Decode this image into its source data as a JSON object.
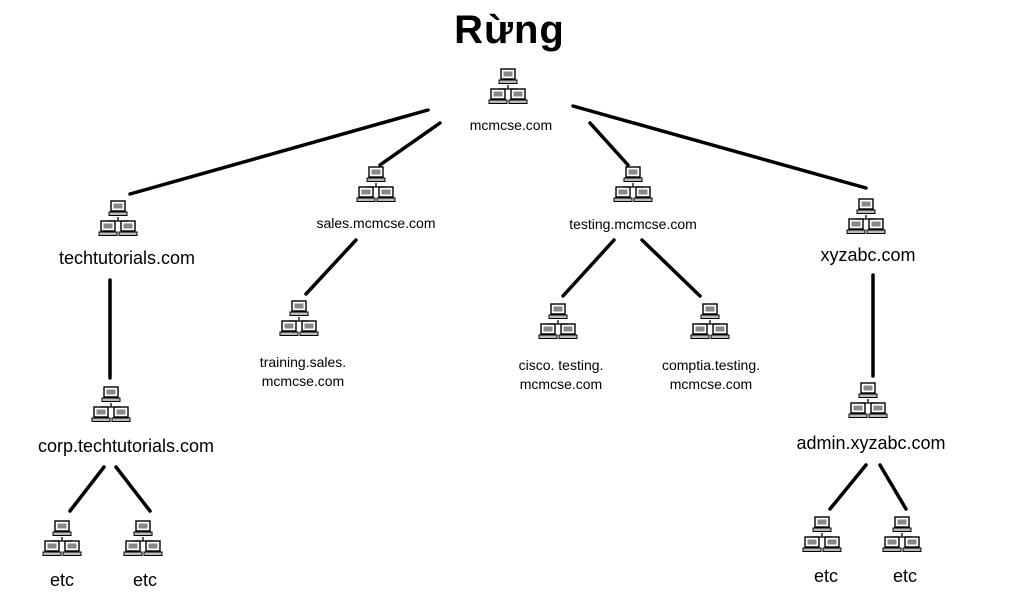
{
  "title": "Rừng",
  "nodes": {
    "root": "mcmcse.com",
    "techtutorials": "techtutorials.com",
    "sales": "sales.mcmcse.com",
    "testing": "testing.mcmcse.com",
    "xyzabc": "xyzabc.com",
    "training_line1": "training.sales.",
    "training_line2": "mcmcse.com",
    "cisco_line1": "cisco. testing.",
    "cisco_line2": "mcmcse.com",
    "comptia_line1": "comptia.testing.",
    "comptia_line2": "mcmcse.com",
    "corp": "corp.techtutorials.com",
    "admin": "admin.xyzabc.com",
    "etc": "etc"
  },
  "icon": "network-computers-icon"
}
